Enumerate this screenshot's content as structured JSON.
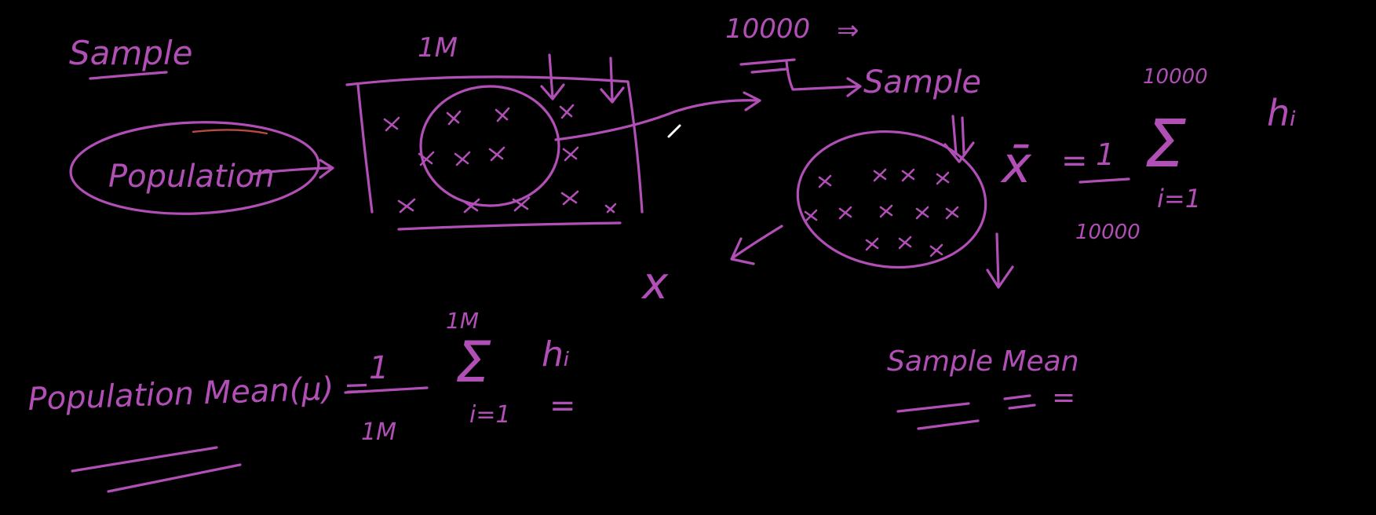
{
  "colors": {
    "background": "#000000",
    "ink": "#b14fb6",
    "accent": "#b84a3f",
    "cursor": "#ffffff"
  },
  "labels": {
    "heading": "Sample",
    "population": "Population",
    "population_size": "1M",
    "sample_count_top": "10000",
    "sample_count_arrow": "⇒",
    "sample_word": "Sample",
    "xbar": "x̄",
    "equals": "=",
    "frac_one": "1",
    "frac_den_sample": "10000",
    "sum_upper_sample": "10000",
    "sum_lower": "i=1",
    "sigma": "Σ",
    "term": "hᵢ",
    "x_symbol": "x",
    "pop_mean": "Population Mean(μ) =",
    "frac_den_pop": "1M",
    "sum_upper_pop": "1M",
    "sample_mean": "Sample Mean",
    "trailing_eq": "="
  },
  "icons": {
    "cursor": "pen-cursor-icon"
  }
}
